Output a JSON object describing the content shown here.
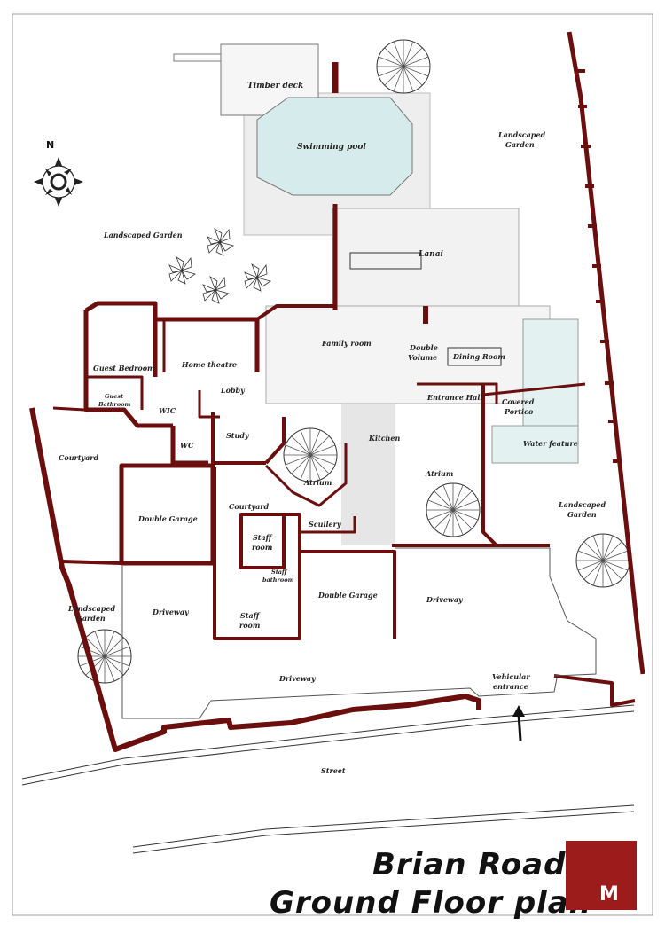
{
  "colors": {
    "wall": "#6b0e0e",
    "water": "#d6ecec",
    "shadow": "#d0d0d0",
    "floor": "#f1f1f1",
    "logo": "#9c1c1c"
  },
  "title": {
    "line1": "Brian Road",
    "line2": "Ground Floor plan"
  },
  "logo": {
    "letter": "M"
  },
  "compass": {
    "north": "N"
  },
  "rooms": {
    "timber_deck": "Timber deck",
    "swimming_pool": "Swimming pool",
    "landscaped_garden_ne": "Landscaped",
    "landscaped_garden_ne2": "Garden",
    "landscaped_garden_w": "Landscaped Garden",
    "lanai": "Lanai",
    "guest_bedroom": "Guest Bedroom",
    "home_theatre": "Home theatre",
    "family_room": "Family room",
    "double_volume1": "Double",
    "double_volume2": "Volume",
    "dining_room": "Dining Room",
    "guest_bathroom1": "Guest",
    "guest_bathroom2": "Bathroom",
    "wic": "WIC",
    "lobby": "Lobby",
    "entrance_hall": "Entrance Hall",
    "covered_portico1": "Covered",
    "covered_portico2": "Portico",
    "wc": "WC",
    "study": "Study",
    "kitchen": "Kitchen",
    "water_feature": "Water feature",
    "courtyard_w": "Courtyard",
    "atrium_left": "Atrium",
    "atrium_right": "Atrium",
    "landscaped_garden_e1": "Landscaped",
    "landscaped_garden_e2": "Garden",
    "double_garage_left": "Double Garage",
    "courtyard_c": "Courtyard",
    "scullery": "Scullery",
    "staff_room1": "Staff",
    "staff_room2": "room",
    "staff_bathroom1": "Staff",
    "staff_bathroom2": "bathroom",
    "double_garage_right": "Double Garage",
    "landscaped_garden_sw1": "Landscaped",
    "landscaped_garden_sw2": "Garden",
    "driveway_left": "Driveway",
    "driveway_right": "Driveway",
    "staff_room_b1": "Staff",
    "staff_room_b2": "room",
    "driveway_bottom": "Driveway",
    "vehicular1": "Vehicular",
    "vehicular2": "entrance",
    "street": "Street"
  }
}
